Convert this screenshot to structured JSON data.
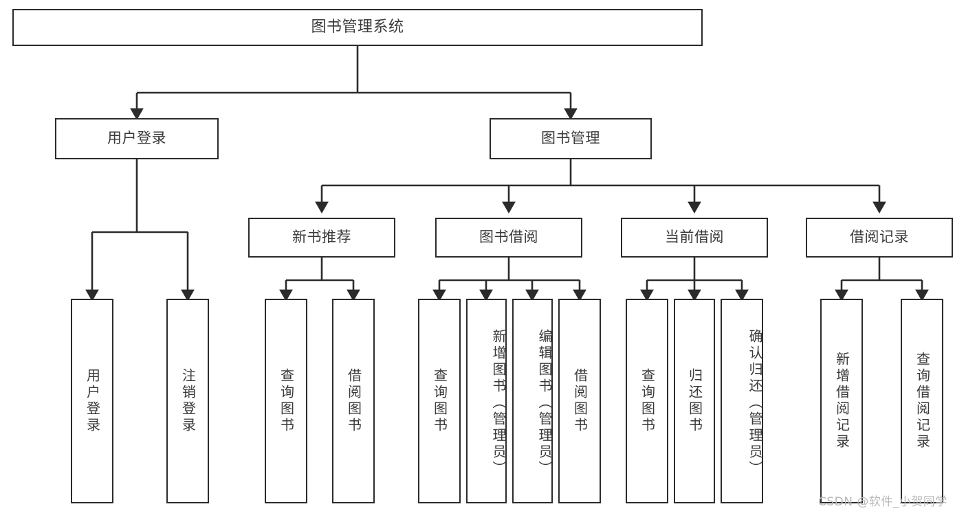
{
  "diagram": {
    "type": "tree-hierarchy-chart",
    "title": "图书管理系统",
    "root": {
      "label": "图书管理系统"
    },
    "level2": [
      {
        "label": "用户登录"
      },
      {
        "label": "图书管理"
      }
    ],
    "level3": [
      {
        "label": "新书推荐"
      },
      {
        "label": "图书借阅"
      },
      {
        "label": "当前借阅"
      },
      {
        "label": "借阅记录"
      }
    ],
    "leaves": [
      {
        "label": "用户登录",
        "parent": "用户登录"
      },
      {
        "label": "注销登录",
        "parent": "用户登录"
      },
      {
        "label": "查询图书",
        "parent": "新书推荐"
      },
      {
        "label": "借阅图书",
        "parent": "新书推荐"
      },
      {
        "label": "查询图书",
        "parent": "图书借阅"
      },
      {
        "label": "新增图书（管理员）",
        "parent": "图书借阅"
      },
      {
        "label": "编辑图书（管理员）",
        "parent": "图书借阅"
      },
      {
        "label": "借阅图书",
        "parent": "图书借阅"
      },
      {
        "label": "查询图书",
        "parent": "当前借阅"
      },
      {
        "label": "归还图书",
        "parent": "当前借阅"
      },
      {
        "label": "确认归还（管理员）",
        "parent": "当前借阅"
      },
      {
        "label": "新增借阅记录",
        "parent": "借阅记录"
      },
      {
        "label": "查询借阅记录",
        "parent": "借阅记录"
      }
    ],
    "watermark": "CSDN @软件_小贺同学",
    "colors": {
      "border": "#2b2b2b",
      "text": "#3a3a3a",
      "background": "#ffffff",
      "watermark": "#b8b8b8"
    }
  }
}
